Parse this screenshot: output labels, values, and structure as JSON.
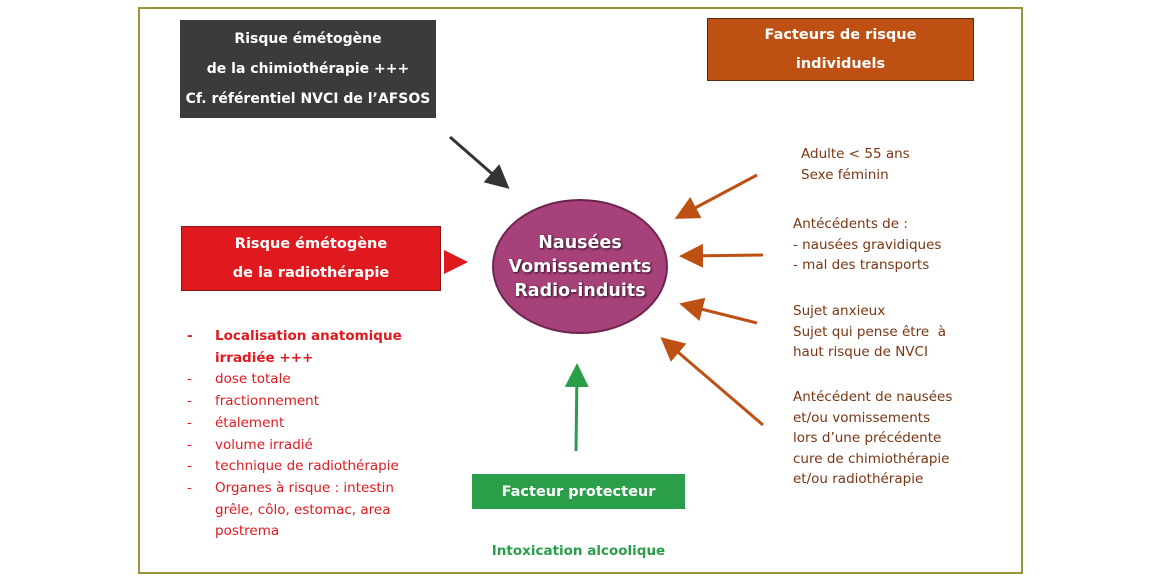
{
  "chemo_box": {
    "lines": [
      "Risque émétogène",
      "de la chimiothérapie +++",
      "Cf. référentiel NVCI de l’AFSOS"
    ]
  },
  "individual_factors_box": {
    "lines": [
      "Facteurs de risque",
      "individuels"
    ]
  },
  "radio_box": {
    "lines": [
      "Risque émétogène",
      "de la radiothérapie"
    ]
  },
  "center": {
    "lines": [
      "Nausées",
      "Vomissements",
      "Radio-induits"
    ]
  },
  "radio_factors": [
    {
      "text": "Localisation anatomique irradiée +++",
      "bold": true
    },
    {
      "text": "dose totale",
      "bold": false
    },
    {
      "text": "fractionnement",
      "bold": false
    },
    {
      "text": "étalement",
      "bold": false
    },
    {
      "text": "volume irradié",
      "bold": false
    },
    {
      "text": "technique de radiothérapie",
      "bold": false
    },
    {
      "text": "Organes à risque : intestin grêle, côlo, estomac, area postrema",
      "bold": false
    }
  ],
  "individual_factors": [
    {
      "lines": [
        "Adulte < 55 ans",
        "Sexe féminin"
      ]
    },
    {
      "lines": [
        "Antécédents de :",
        "- nausées gravidiques",
        "- mal des transports"
      ]
    },
    {
      "lines": [
        "Sujet anxieux",
        "Sujet qui pense être  à",
        "haut risque de NVCI"
      ]
    },
    {
      "lines": [
        "Antécédent de nausées",
        "et/ou vomissements",
        "lors d’une précédente",
        "cure de chimiothérapie",
        "et/ou radiothérapie"
      ]
    }
  ],
  "protective_box": {
    "label": "Facteur protecteur"
  },
  "protective_factor": "Intoxication alcoolique",
  "colors": {
    "chemo": "#3b3b39",
    "individual": "#bf5014",
    "radio": "#e0191f",
    "center": "#a6417a",
    "protective": "#2a9e49",
    "frame": "#9a9438"
  }
}
